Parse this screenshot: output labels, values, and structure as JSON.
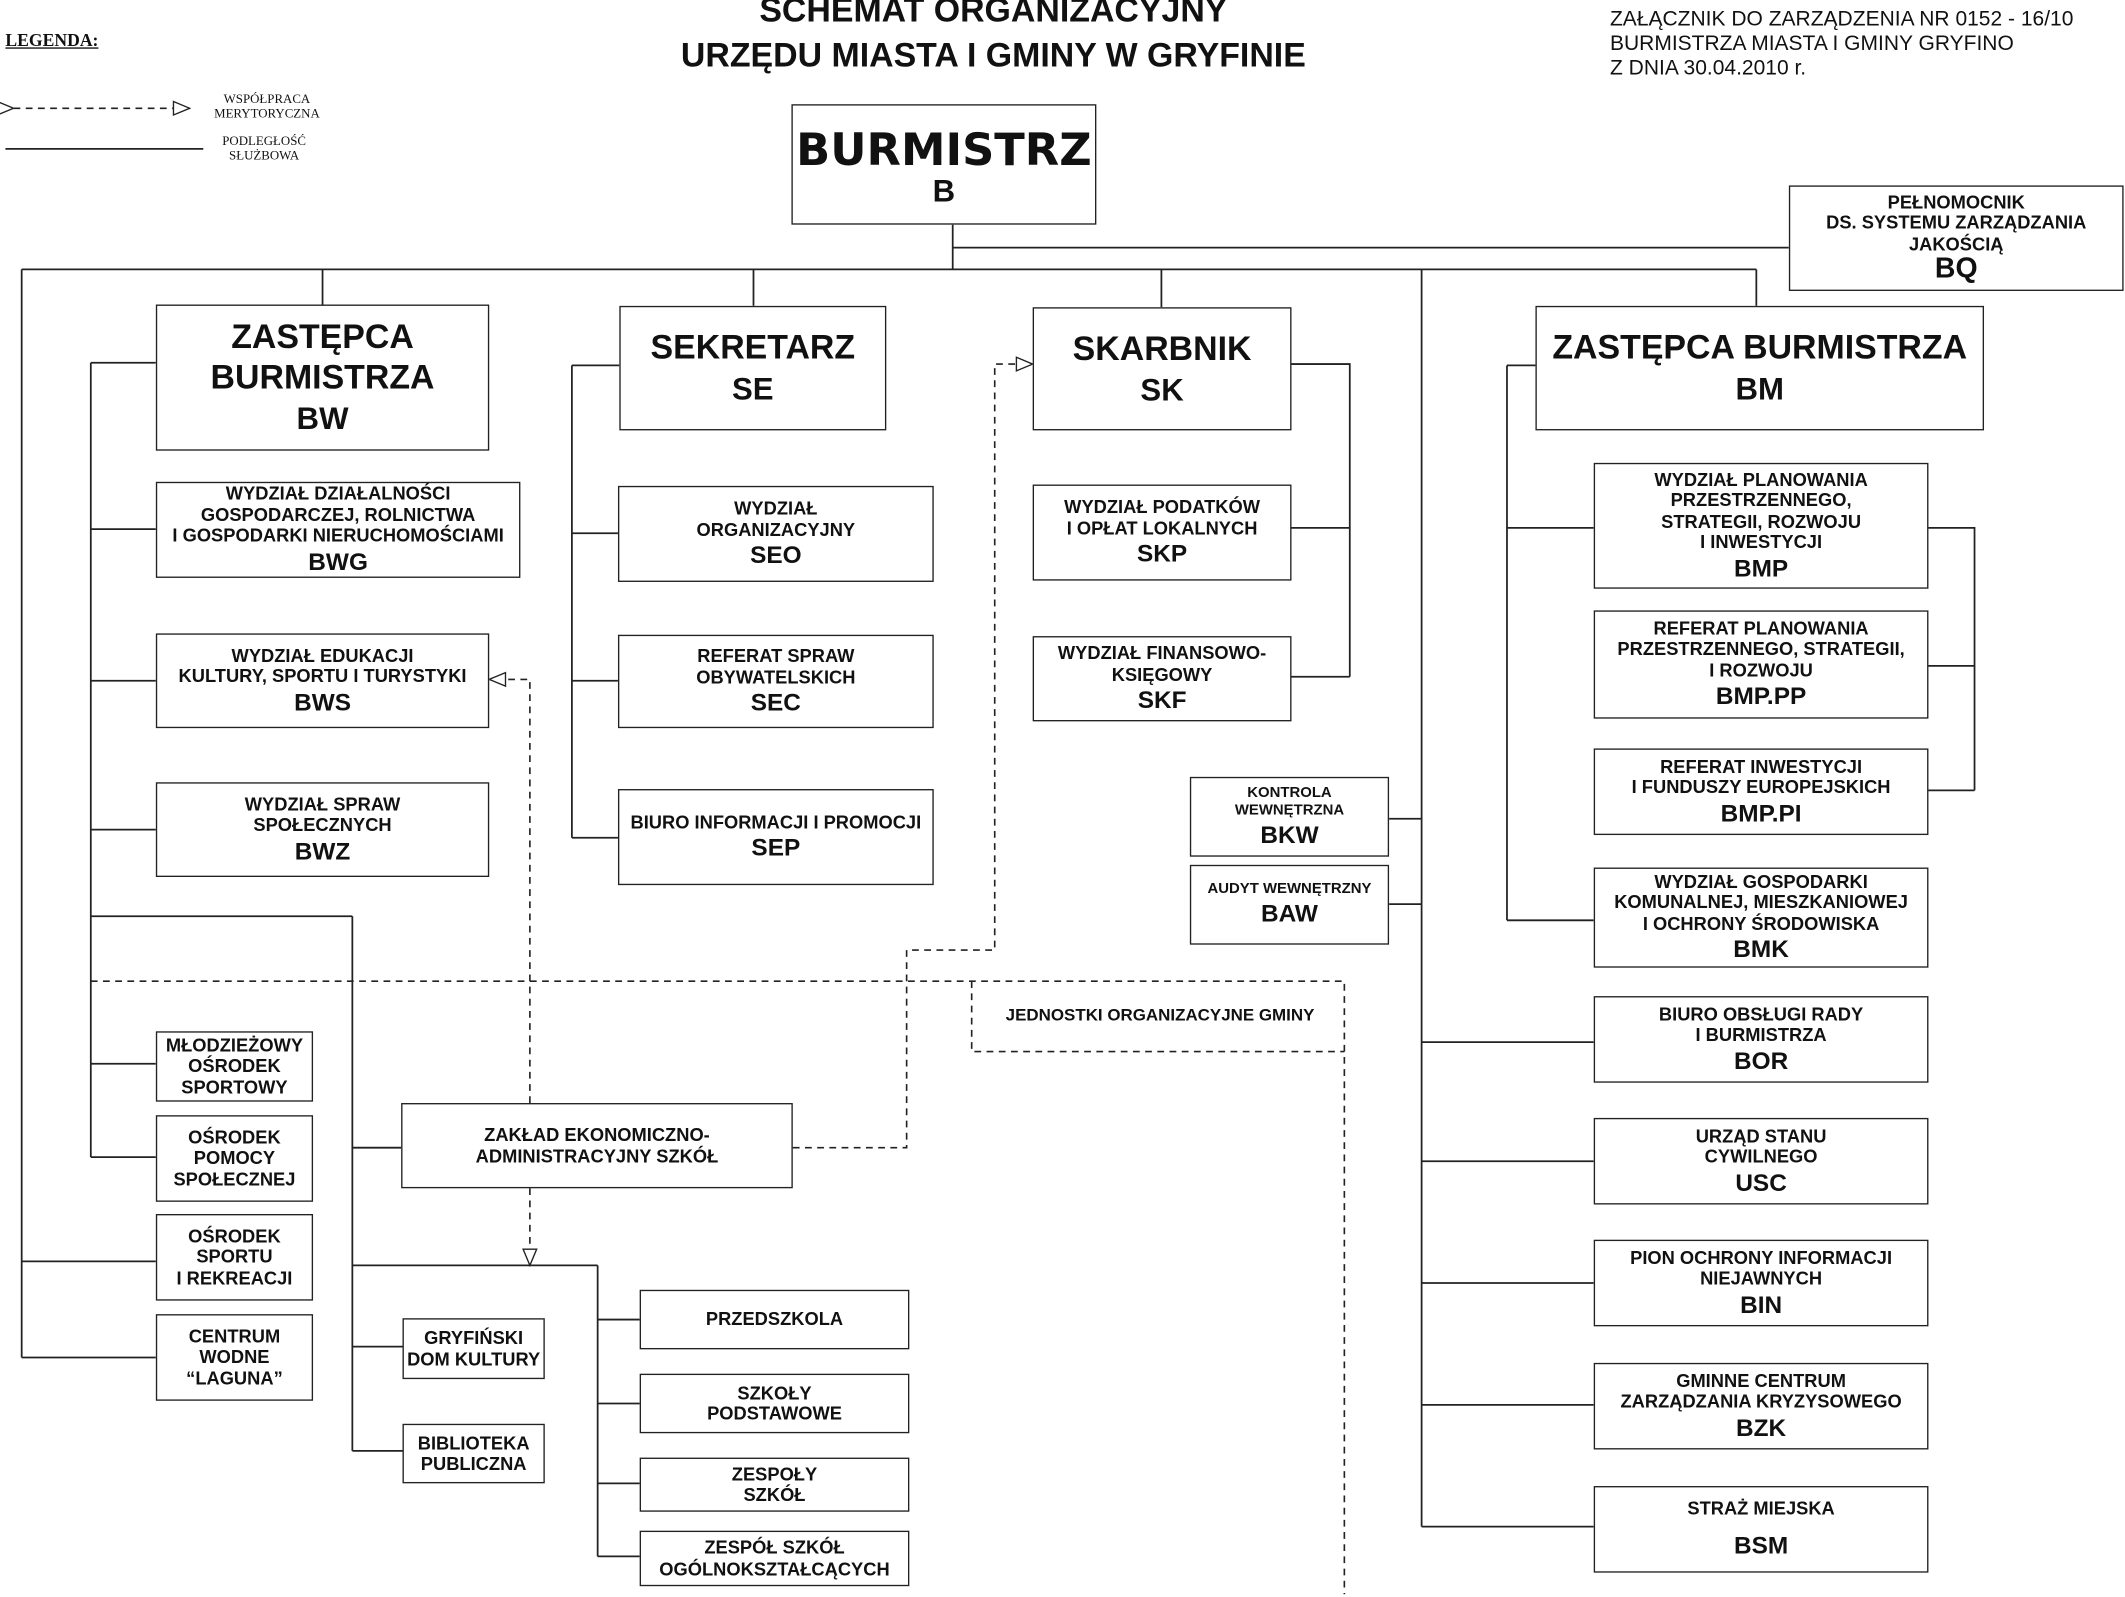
{
  "title": {
    "line1": "SCHEMAT ORGANIZACYJNY",
    "line2": "URZĘDU MIASTA I GMINY W GRYFINIE"
  },
  "annex": {
    "line1": "ZAŁĄCZNIK DO ZARZĄDZENIA NR 0152 - 16/10",
    "line2": "BURMISTRZA MIASTA I GMINY GRYFINO",
    "line3": "Z DNIA  30.04.2010 r."
  },
  "legend": {
    "title": "LEGENDA:",
    "dashed": "WSPÓŁPRACA\nMERYTORYCZNA",
    "solid": "PODLEGŁOŚĆ\nSŁUŻBOWA"
  },
  "units_label": "JEDNOSTKI ORGANIZACYJNE GMINY",
  "boxes": {
    "b": {
      "label": "BURMISTRZ",
      "code": "B"
    },
    "bq": {
      "label": "PEŁNOMOCNIK\nDS. SYSTEMU ZARZĄDZANIA\nJAKOŚCIĄ",
      "code": "BQ"
    },
    "bw": {
      "label": "ZASTĘPCA\nBURMISTRZA",
      "code": "BW"
    },
    "se": {
      "label": "SEKRETARZ",
      "code": "SE"
    },
    "sk": {
      "label": "SKARBNIK",
      "code": "SK"
    },
    "bm": {
      "label": "ZASTĘPCA BURMISTRZA",
      "code": "BM"
    },
    "bwg": {
      "label": "WYDZIAŁ DZIAŁALNOŚCI\nGOSPODARCZEJ, ROLNICTWA\nI GOSPODARKI NIERUCHOMOŚCIAMI",
      "code": "BWG"
    },
    "bws": {
      "label": "WYDZIAŁ EDUKACJI\nKULTURY, SPORTU I TURYSTYKI",
      "code": "BWS"
    },
    "bwz": {
      "label": "WYDZIAŁ SPRAW\nSPOŁECZNYCH",
      "code": "BWZ"
    },
    "seo": {
      "label": "WYDZIAŁ\nORGANIZACYJNY",
      "code": "SEO"
    },
    "sec": {
      "label": "REFERAT SPRAW\nOBYWATELSKICH",
      "code": "SEC"
    },
    "sep": {
      "label": "BIURO INFORMACJI I PROMOCJI",
      "code": "SEP"
    },
    "skp": {
      "label": "WYDZIAŁ PODATKÓW\nI OPŁAT LOKALNYCH",
      "code": "SKP"
    },
    "skf": {
      "label": "WYDZIAŁ FINANSOWO-\nKSIĘGOWY",
      "code": "SKF"
    },
    "bkw": {
      "label": "KONTROLA\nWEWNĘTRZNA",
      "code": "BKW"
    },
    "baw": {
      "label": "AUDYT WEWNĘTRZNY",
      "code": "BAW"
    },
    "bmp": {
      "label": "WYDZIAŁ PLANOWANIA\nPRZESTRZENNEGO,\nSTRATEGII, ROZWOJU\nI INWESTYCJI",
      "code": "BMP"
    },
    "bmpp": {
      "label": "REFERAT PLANOWANIA\nPRZESTRZENNEGO, STRATEGII,\nI ROZWOJU",
      "code": "BMP.PP"
    },
    "bmpi": {
      "label": "REFERAT INWESTYCJI\nI FUNDUSZY EUROPEJSKICH",
      "code": "BMP.PI"
    },
    "bmk": {
      "label": "WYDZIAŁ GOSPODARKI\nKOMUNALNEJ, MIESZKANIOWEJ\nI OCHRONY ŚRODOWISKA",
      "code": "BMK"
    },
    "bor": {
      "label": "BIURO OBSŁUGI RADY\nI BURMISTRZA",
      "code": "BOR"
    },
    "usc": {
      "label": "URZĄD STANU\nCYWILNEGO",
      "code": "USC"
    },
    "bin": {
      "label": "PION OCHRONY INFORMACJI\nNIEJAWNYCH",
      "code": "BIN"
    },
    "bzk": {
      "label": "GMINNE CENTRUM\nZARZĄDZANIA KRYZYSOWEGO",
      "code": "BZK"
    },
    "bsm": {
      "label": "STRAŻ MIEJSKA",
      "code": "BSM"
    },
    "mos": {
      "label": "MŁODZIEŻOWY\nOŚRODEK\nSPORTOWY"
    },
    "ops": {
      "label": "OŚRODEK\nPOMOCY\nSPOŁECZNEJ"
    },
    "osir": {
      "label": "OŚRODEK\nSPORTU\nI REKREACJI"
    },
    "laguna": {
      "label": "CENTRUM\nWODNE\n“LAGUNA”"
    },
    "zeas": {
      "label": "ZAKŁAD EKONOMICZNO-\nADMINISTRACYJNY SZKÓŁ"
    },
    "gdk": {
      "label": "GRYFIŃSKI\nDOM KULTURY"
    },
    "bp": {
      "label": "BIBLIOTEKA\nPUBLICZNA"
    },
    "przedszkola": {
      "label": "PRZEDSZKOLA"
    },
    "szkoly": {
      "label": "SZKOŁY\nPODSTAWOWE"
    },
    "zespoly": {
      "label": "ZESPOŁY\nSZKÓŁ"
    },
    "zso": {
      "label": "ZESPÓŁ SZKÓŁ\nOGÓLNOKSZTAŁCĄCYCH"
    }
  }
}
